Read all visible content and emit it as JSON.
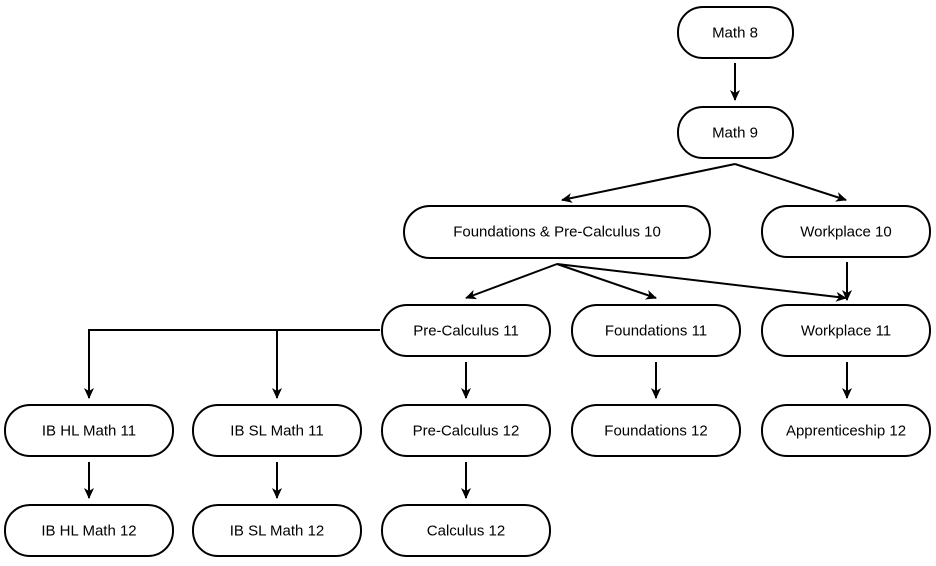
{
  "diagram": {
    "nodes": {
      "math8": "Math 8",
      "math9": "Math 9",
      "fpc10": "Foundations & Pre-Calculus 10",
      "work10": "Workplace 10",
      "precalc11": "Pre-Calculus 11",
      "found11": "Foundations 11",
      "work11": "Workplace 11",
      "ibhl11": "IB HL Math 11",
      "ibsl11": "IB SL Math 11",
      "precalc12": "Pre-Calculus 12",
      "found12": "Foundations 12",
      "appr12": "Apprenticeship 12",
      "ibhl12": "IB HL Math 12",
      "ibsl12": "IB SL Math 12",
      "calc12": "Calculus 12"
    },
    "edges": [
      {
        "from": "math8",
        "to": "math9"
      },
      {
        "from": "math9",
        "to": "fpc10"
      },
      {
        "from": "math9",
        "to": "work10"
      },
      {
        "from": "fpc10",
        "to": "precalc11"
      },
      {
        "from": "fpc10",
        "to": "found11"
      },
      {
        "from": "fpc10",
        "to": "work11"
      },
      {
        "from": "work10",
        "to": "work11"
      },
      {
        "from": "precalc11",
        "to": "ibhl11"
      },
      {
        "from": "precalc11",
        "to": "ibsl11"
      },
      {
        "from": "precalc11",
        "to": "precalc12"
      },
      {
        "from": "found11",
        "to": "found12"
      },
      {
        "from": "work11",
        "to": "appr12"
      },
      {
        "from": "ibhl11",
        "to": "ibhl12"
      },
      {
        "from": "ibsl11",
        "to": "ibsl12"
      },
      {
        "from": "precalc12",
        "to": "calc12"
      }
    ]
  }
}
